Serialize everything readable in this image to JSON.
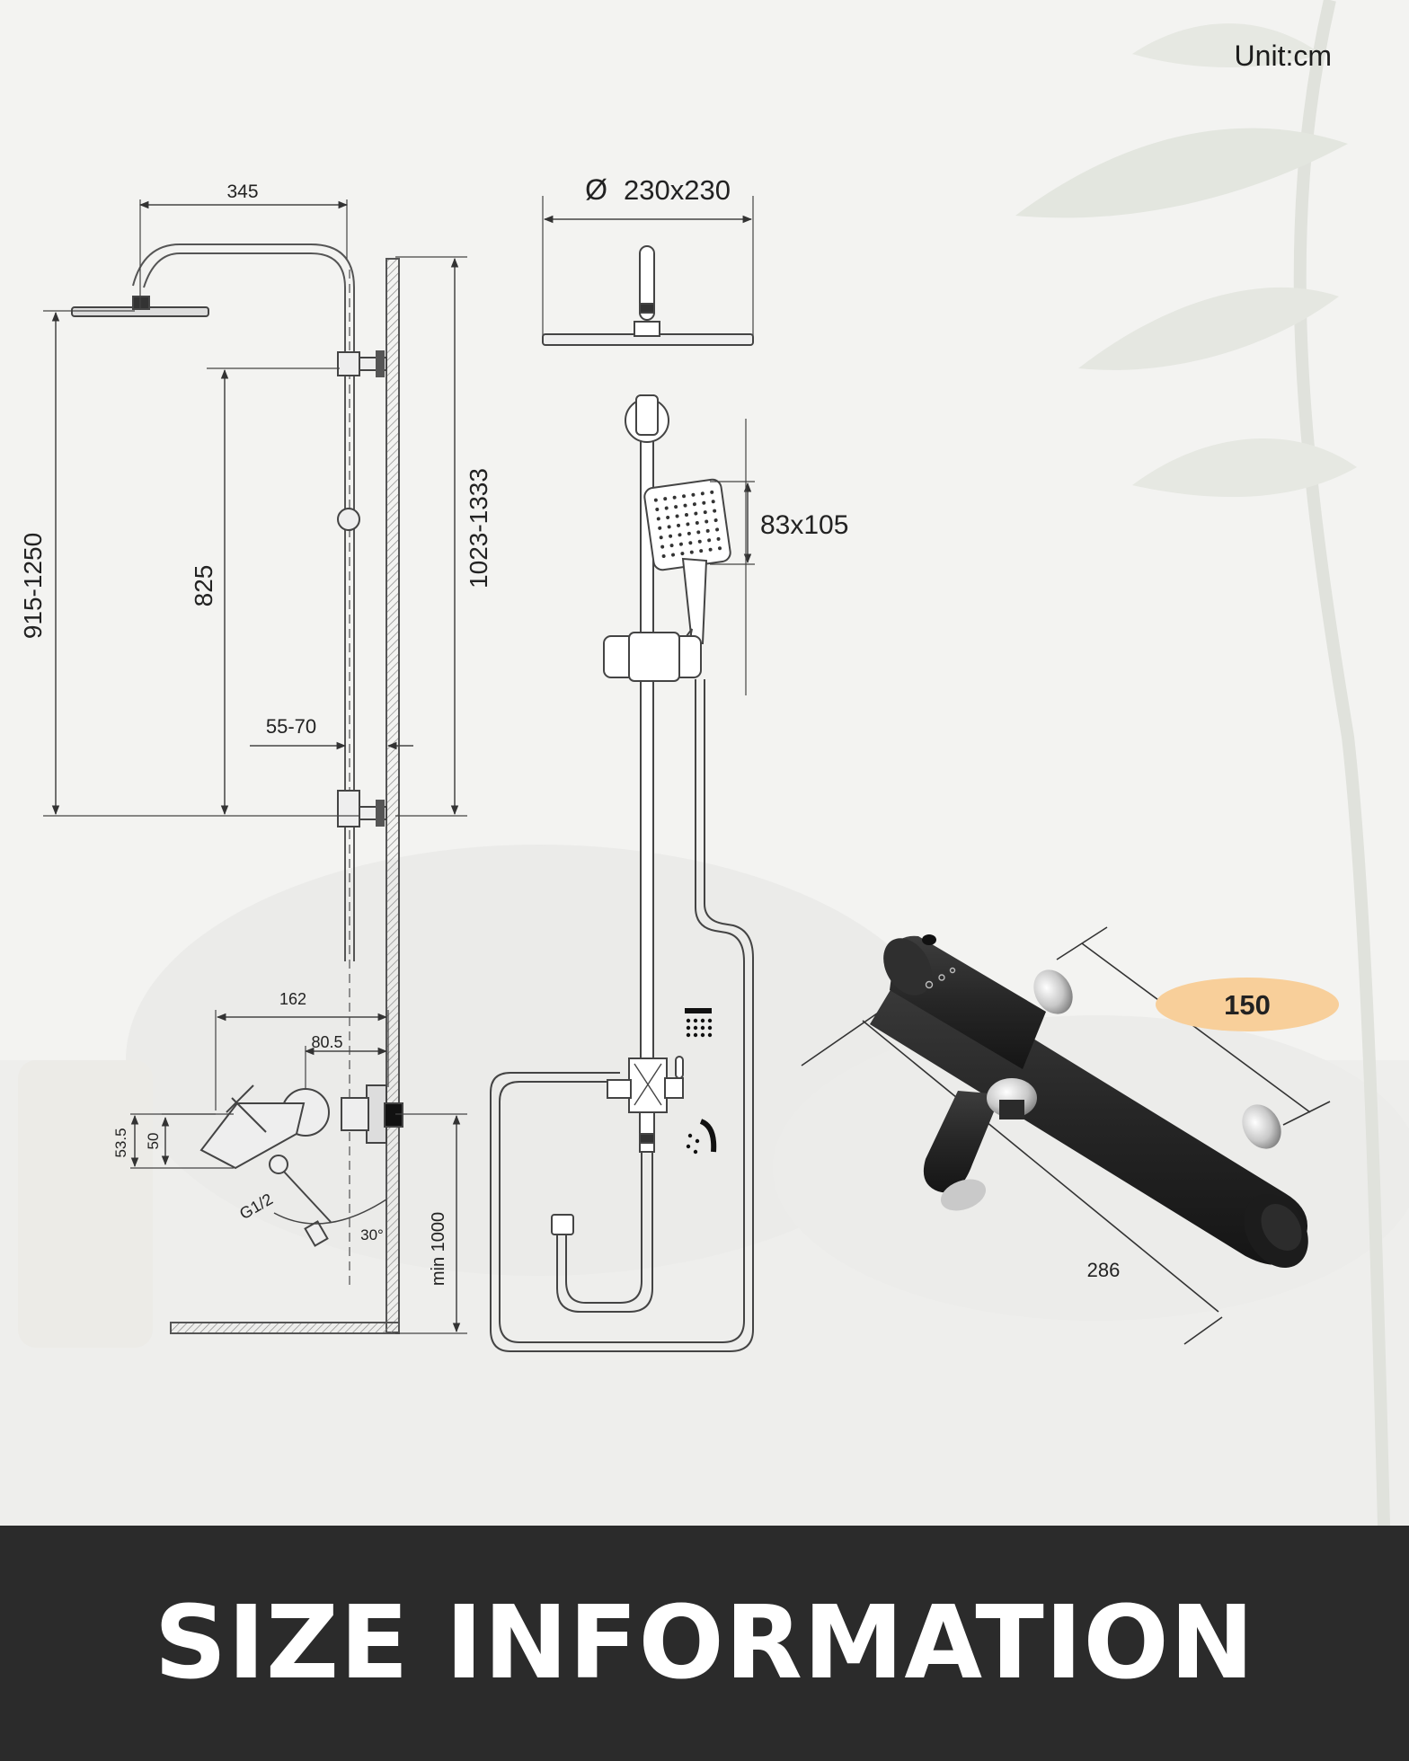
{
  "unit_label": "Unit:cm",
  "banner_title": "SIZE INFORMATION",
  "side_view": {
    "arm_width": "345",
    "total_height": "915-1250",
    "slide_height": "825",
    "wall_height": "1023-1333",
    "wall_gap": "55-70",
    "mixer_depth": "162",
    "mixer_offset": "80.5",
    "spout_height_a": "53.5",
    "spout_height_b": "50",
    "thread": "G1/2",
    "angle": "30°",
    "min_floor": "min 1000"
  },
  "front_view": {
    "head_size": "230x230",
    "diameter_symbol": "Ø",
    "hand_shower_size": "83x105"
  },
  "mixer_photo": {
    "badge": "150",
    "length": "286"
  },
  "colors": {
    "banner_bg": "#2b2b2b",
    "badge_fill": "#f8cf9a",
    "mixer_body": "#2a2a2a",
    "line": "#444444"
  }
}
